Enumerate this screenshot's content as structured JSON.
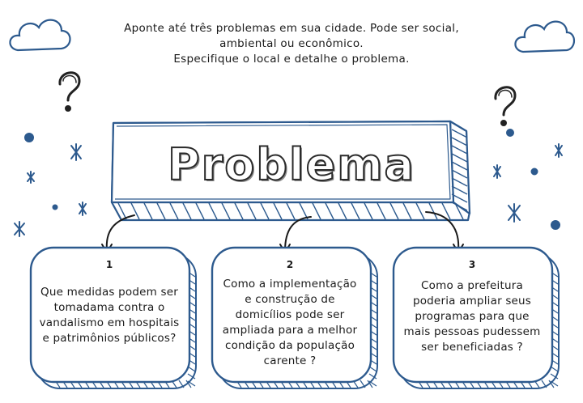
{
  "instructions": {
    "line1": "Aponte até três problemas em sua cidade. Pode ser social,",
    "line2": "ambiental ou econômico.",
    "line3": "Especifique o local e detalhe o problema."
  },
  "banner": {
    "title": "Problema"
  },
  "cards": [
    {
      "number": "1",
      "lines": [
        "Que medidas podem ser",
        "tomadama contra o",
        "vandalismo em hospitais",
        "e patrimônios públicos?"
      ]
    },
    {
      "number": "2",
      "lines": [
        "Como a implementação",
        "e construção de",
        "domicílios pode ser",
        "ampliada para a melhor",
        "condição da população",
        "carente ?"
      ]
    },
    {
      "number": "3",
      "lines": [
        "Como a prefeitura",
        "poderia ampliar seus",
        "programas para que",
        "mais pessoas pudessem",
        "ser beneficiadas ?"
      ]
    }
  ],
  "colors": {
    "outline": "#2d5a8e",
    "ink": "#1a1a1a",
    "star": "#2d5a8e"
  },
  "icons": [
    "cloud-icon",
    "question-mark-icon",
    "star-icon",
    "dot-icon",
    "arrow-icon"
  ]
}
